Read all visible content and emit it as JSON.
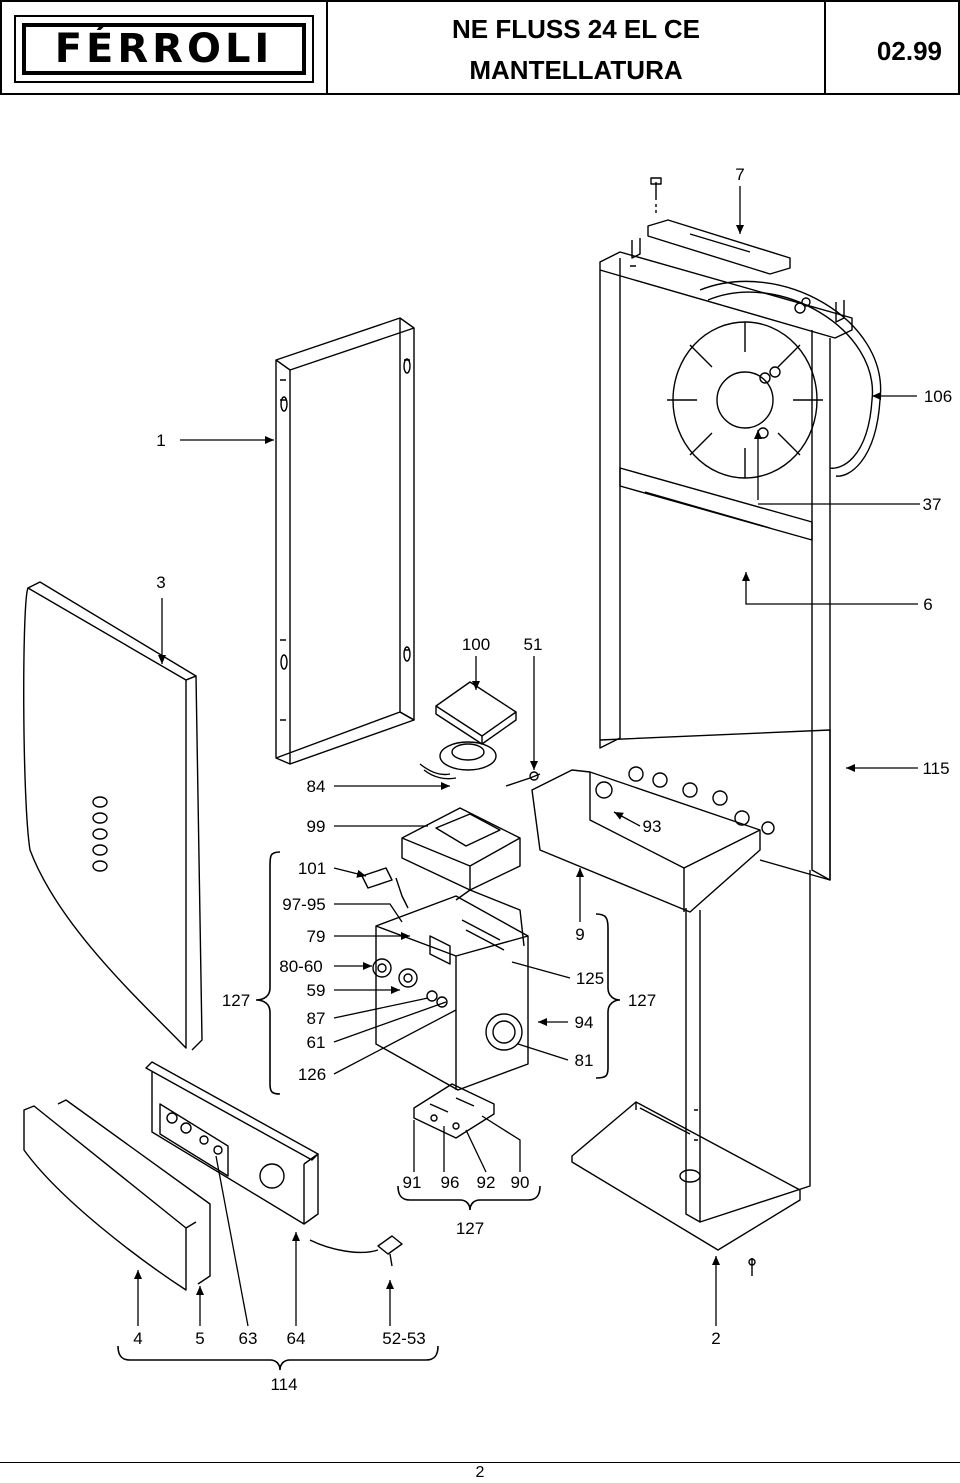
{
  "header": {
    "logo_text": "FÉRROLI",
    "title_line1": "NE FLUSS 24 EL CE",
    "title_line2": "MANTELLATURA",
    "date": "02.99"
  },
  "labels": {
    "l7": "7",
    "l106": "106",
    "l1": "1",
    "l37": "37",
    "l3": "3",
    "l6": "6",
    "l100": "100",
    "l51": "51",
    "l115": "115",
    "l84": "84",
    "l99": "99",
    "l93": "93",
    "l101": "101",
    "l97_95": "97-95",
    "l79": "79",
    "l9": "9",
    "l80_60": "80-60",
    "l125": "125",
    "l59": "59",
    "l127a": "127",
    "l127b": "127",
    "l87": "87",
    "l94": "94",
    "l61": "61",
    "l81": "81",
    "l126": "126",
    "l91": "91",
    "l96": "96",
    "l92": "92",
    "l90": "90",
    "l127c": "127",
    "l4": "4",
    "l5": "5",
    "l63": "63",
    "l64": "64",
    "l52_53": "52-53",
    "l2": "2",
    "l114": "114"
  },
  "footer": {
    "page_number": "2"
  }
}
